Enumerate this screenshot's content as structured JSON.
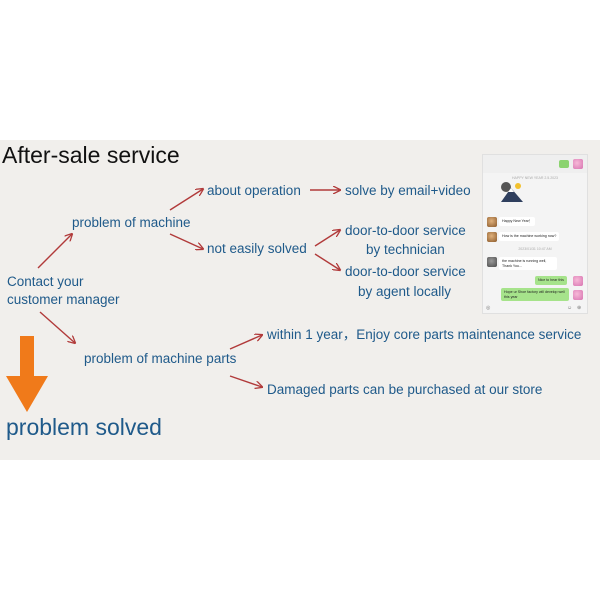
{
  "title": "After-sale service",
  "nodes": {
    "contact_line1": "Contact your",
    "contact_line2": "customer manager",
    "problem_machine": "problem of machine",
    "about_operation": "about operation",
    "solve_email": "solve by email+video",
    "not_easily": "not easily solved",
    "d2d_tech_line1": "door-to-door service",
    "d2d_tech_line2": "by technician",
    "d2d_agent_line1": "door-to-door service",
    "d2d_agent_line2": "by agent locally",
    "problem_parts": "problem of machine parts",
    "within_year": "within 1 year，Enjoy core parts maintenance service",
    "damaged_parts": "Damaged parts can be purchased at our store",
    "problem_solved": "problem solved"
  },
  "chat_screenshot": {
    "date_meta_1": "HAPPY NEW YEAR 2.5.2023",
    "messages": [
      {
        "side": "left",
        "avatar": "brown",
        "text": "Happy New Year！"
      },
      {
        "side": "left",
        "avatar": "brown",
        "text": "How is the machine working now?"
      },
      {
        "side": "left",
        "avatar": "grey",
        "text": "the machine is running well, Thank You..."
      },
      {
        "side": "right",
        "avatar": "pink",
        "text": "Nice to hear this"
      },
      {
        "side": "right",
        "avatar": "pink",
        "text": "Hope ur Shoe factory will develop well this year"
      }
    ],
    "date_meta_2": "2023/01/31 10:47 AM",
    "footer_icons": [
      "voice-icon",
      "emoji-icon",
      "plus-icon"
    ]
  },
  "colors": {
    "panel": "#f1efec",
    "text_blue": "#1f5a8a",
    "arrow_red": "#b13a3a",
    "arrow_orange": "#f07a1a"
  }
}
